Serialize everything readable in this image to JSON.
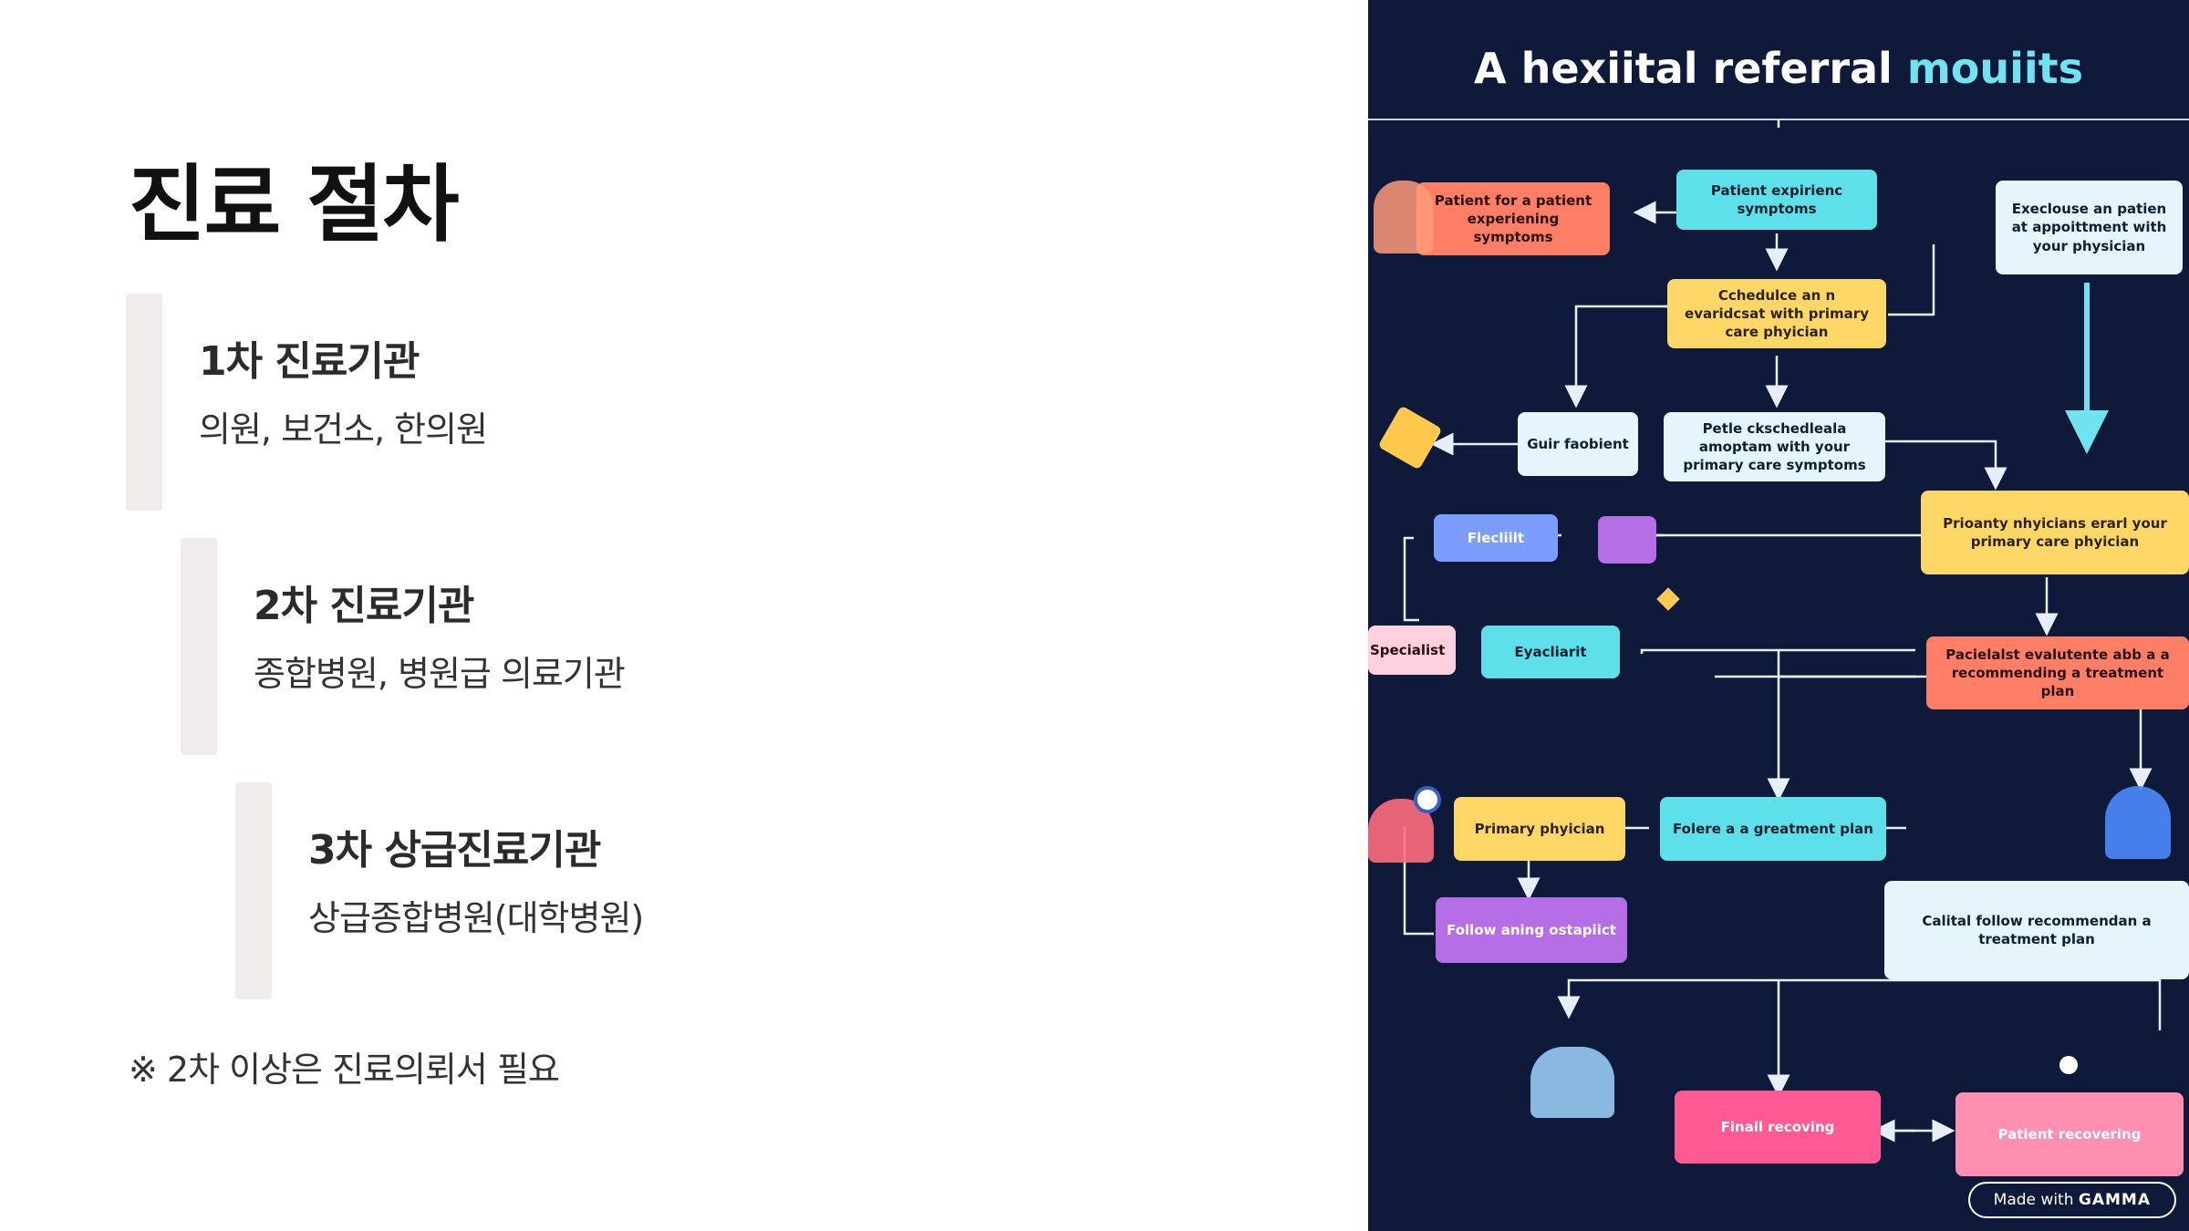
{
  "slide": {
    "title": "진료 절차",
    "steps": [
      {
        "heading": "1차 진료기관",
        "desc": "의원, 보건소, 한의원"
      },
      {
        "heading": "2차 진료기관",
        "desc": "종합병원, 병원급 의료기관"
      },
      {
        "heading": "3차 상급진료기관",
        "desc": "상급종합병원(대학병원)"
      }
    ],
    "note": "※ 2차 이상은 진료의뢰서 필요"
  },
  "flowchart": {
    "title_main": "A hexiital referral",
    "title_accent": "mouiits",
    "nodes": {
      "patient_for": "Patient for a patient experiening symptoms",
      "patient_exp": "Patient expirienc symptoms",
      "evaluate_appt": "Execlouse an patien at appoittment with your physician",
      "schedule": "Cchedulce an n evaridcsat with primary care phyician",
      "guir": "Guir faobient",
      "petle": "Petle ckschedleala amoptam with your primary care symptoms",
      "primary_eval": "Prioanty nhyicians erarl your primary care phyician",
      "flecliilt": "Flecliilt",
      "specialist": "Specialist",
      "eyacliarit": "Eyacliarit",
      "recommend": "Pacielalst evalutente abb a a recommending a treatment plan",
      "primary_phy": "Primary phyician",
      "follow_plan": "Folere a a greatment plan",
      "follow_aning": "Follow aning ostapiict",
      "calital": "Calital follow recommendan a treatment plan",
      "finall": "Finall recoving",
      "recovering": "Patient recovering"
    },
    "badge_prefix": "Made with",
    "badge_brand": "GAMMA"
  }
}
